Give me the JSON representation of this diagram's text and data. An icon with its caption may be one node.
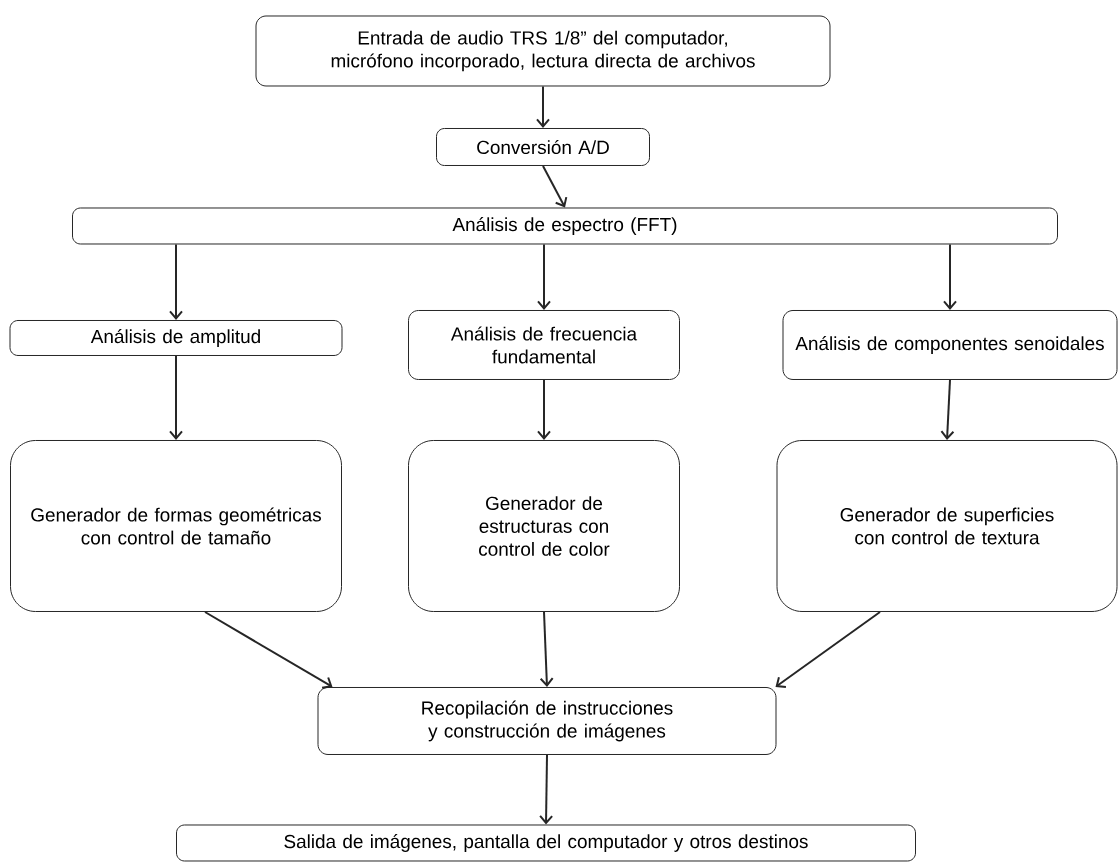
{
  "diagram": {
    "nodes": [
      {
        "text": [
          "Entrada de audio TRS 1/8” del computador, micrófono incorporado, lectura directa de archivos"
        ]
      },
      {
        "text": [
          "Conversión A/D"
        ]
      },
      {
        "text": [
          "Análisis de espectro (FFT)"
        ]
      },
      {
        "text": [
          "Análisis de amplitud"
        ]
      },
      {
        "text": [
          "Análisis de frecuencia fundamental"
        ]
      },
      {
        "text": [
          "Análisis de componentes senoidales"
        ]
      },
      {
        "text": [
          "Generador de formas geométricas con control de tamaño"
        ]
      },
      {
        "text": [
          "Generador de estructuras con control de color"
        ]
      },
      {
        "text": [
          "Generador de superficies con control de textura"
        ]
      },
      {
        "text": [
          "Recopilación de instrucciones y construcción de imágenes"
        ]
      },
      {
        "text": [
          "Salida de imágenes, pantalla del computador y otros destinos"
        ]
      }
    ],
    "edges": [
      {
        "from": 0,
        "to": 1,
        "arrow": "to"
      },
      {
        "from": 1,
        "to": 2,
        "arrow": "to"
      },
      {
        "from": 2,
        "to": 3,
        "arrow": "to"
      },
      {
        "from": 2,
        "to": 4,
        "arrow": "to"
      },
      {
        "from": 2,
        "to": 5,
        "arrow": "to"
      },
      {
        "from": 3,
        "to": 6,
        "arrow": "to"
      },
      {
        "from": 4,
        "to": 7,
        "arrow": "to"
      },
      {
        "from": 5,
        "to": 8,
        "arrow": "to"
      },
      {
        "from": 6,
        "to": 9,
        "arrow": "to"
      },
      {
        "from": 7,
        "to": 9,
        "arrow": "to"
      },
      {
        "from": 8,
        "to": 9,
        "arrow": "to"
      },
      {
        "from": 9,
        "to": 10,
        "arrow": "to"
      }
    ]
  }
}
